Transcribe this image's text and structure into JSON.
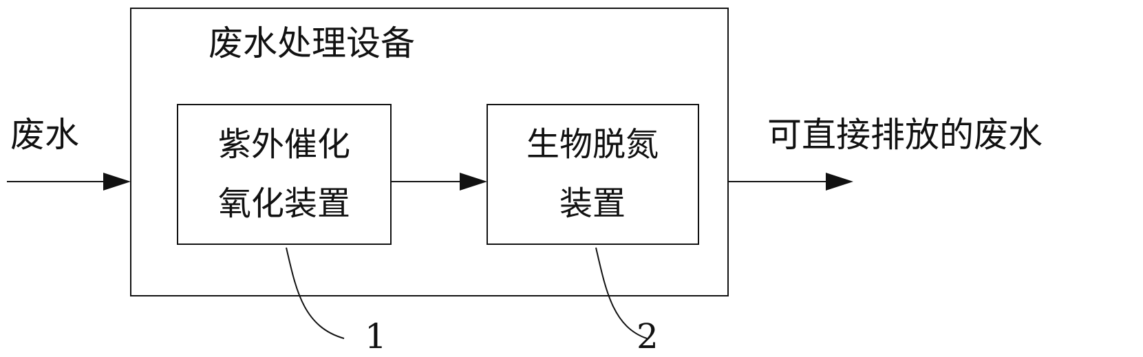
{
  "diagram": {
    "outer_box": {
      "title": "废水处理设备"
    },
    "input_label": "废水",
    "output_label": "可直接排放的废水",
    "devices": [
      {
        "number": "1",
        "line1": "紫外催化",
        "line2": "氧化装置"
      },
      {
        "number": "2",
        "line1": "生物脱氮",
        "line2": "装置"
      }
    ]
  }
}
